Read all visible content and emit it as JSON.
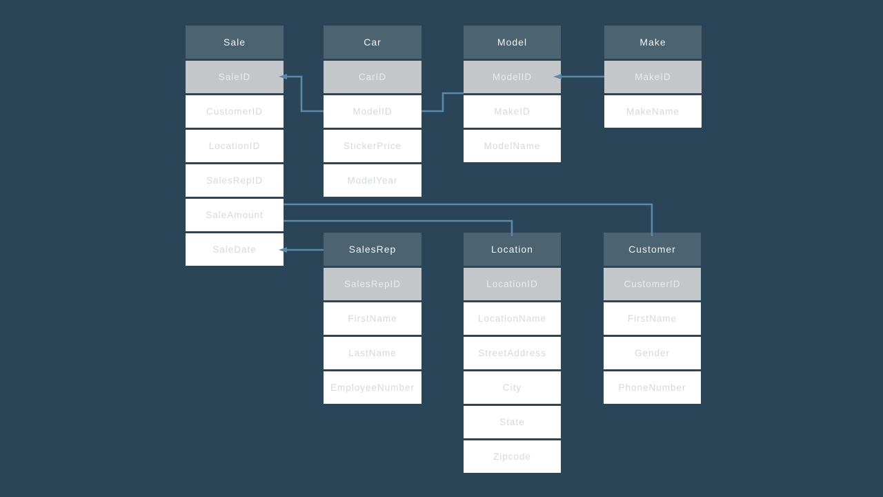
{
  "diagram": {
    "type": "entity-relationship",
    "colors": {
      "background": "#2a4557",
      "table_header_bg": "#4c6372",
      "table_header_text": "#f1f4f5",
      "key_row_bg": "#c3c7ca",
      "key_row_text": "#e9ebed",
      "row_bg": "#ffffff",
      "row_text": "#d5d8db",
      "connector": "#5d89ac"
    },
    "tables": [
      {
        "name": "Sale",
        "fields": [
          {
            "label": "SaleID",
            "key": true
          },
          {
            "label": "CustomerID",
            "key": false
          },
          {
            "label": "LocationID",
            "key": false
          },
          {
            "label": "SalesRepID",
            "key": false
          },
          {
            "label": "SaleAmount",
            "key": false
          },
          {
            "label": "SaleDate",
            "key": false
          }
        ]
      },
      {
        "name": "Car",
        "fields": [
          {
            "label": "CarID",
            "key": true
          },
          {
            "label": "ModelID",
            "key": false
          },
          {
            "label": "StickerPrice",
            "key": false
          },
          {
            "label": "ModelYear",
            "key": false
          }
        ]
      },
      {
        "name": "Model",
        "fields": [
          {
            "label": "ModelID",
            "key": true
          },
          {
            "label": "MakeID",
            "key": false
          },
          {
            "label": "ModelName",
            "key": false
          }
        ]
      },
      {
        "name": "Make",
        "fields": [
          {
            "label": "MakeID",
            "key": true
          },
          {
            "label": "MakeName",
            "key": false
          }
        ]
      },
      {
        "name": "SalesRep",
        "fields": [
          {
            "label": "SalesRepID",
            "key": true
          },
          {
            "label": "FirstName",
            "key": false
          },
          {
            "label": "LastName",
            "key": false
          },
          {
            "label": "EmployeeNumber",
            "key": false
          }
        ]
      },
      {
        "name": "Location",
        "fields": [
          {
            "label": "LocationID",
            "key": true
          },
          {
            "label": "LocationName",
            "key": false
          },
          {
            "label": "StreetAddress",
            "key": false
          },
          {
            "label": "City",
            "key": false
          },
          {
            "label": "State",
            "key": false
          },
          {
            "label": "Zipcode",
            "key": false
          }
        ]
      },
      {
        "name": "Customer",
        "fields": [
          {
            "label": "FirstName",
            "key": false
          },
          {
            "label": "Gender",
            "key": false
          },
          {
            "label": "PhoneNumber",
            "key": false
          }
        ],
        "key_field": "CustomerID"
      }
    ],
    "relationships": [
      {
        "id": "sale-car",
        "from": "Sale.SaleID",
        "to": "Car.ModelID"
      },
      {
        "id": "car-model",
        "from": "Car.ModelID",
        "to": "Model.ModelID"
      },
      {
        "id": "make-model",
        "from": "Make.MakeID",
        "to": "Model.ModelID"
      },
      {
        "id": "sale-customer",
        "from": "Sale",
        "to": "Customer"
      },
      {
        "id": "sale-location",
        "from": "Sale",
        "to": "Location"
      },
      {
        "id": "sale-salesrep",
        "from": "Sale.SaleDate",
        "to": "SalesRep"
      }
    ]
  }
}
